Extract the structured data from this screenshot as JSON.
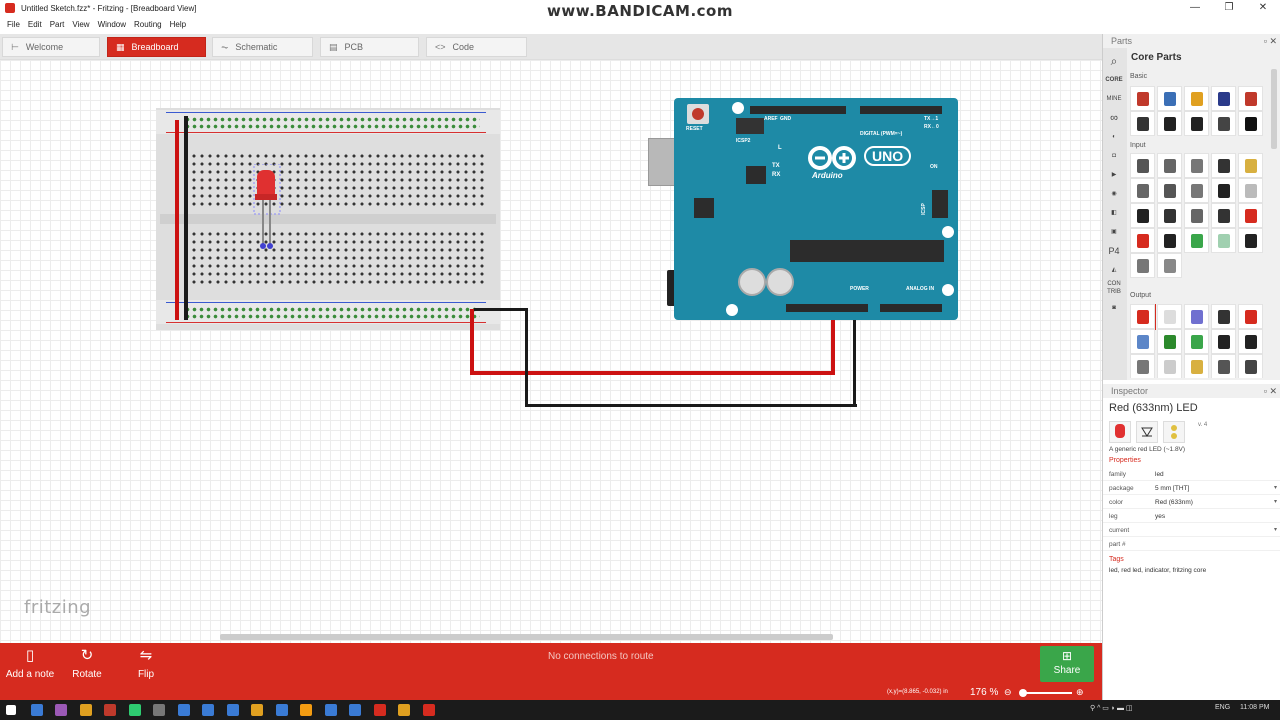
{
  "window": {
    "title": "Untitled Sketch.fzz* - Fritzing - [Breadboard View]",
    "watermark": "www.BANDICAM.com",
    "controls": [
      "—",
      "❐",
      "✕"
    ]
  },
  "menu": [
    "File",
    "Edit",
    "Part",
    "View",
    "Window",
    "Routing",
    "Help"
  ],
  "tabs": [
    {
      "label": "Welcome",
      "icon": "welcome-icon",
      "glyph": "⊢",
      "active": false
    },
    {
      "label": "Breadboard",
      "icon": "breadboard-icon",
      "glyph": "▦",
      "active": true
    },
    {
      "label": "Schematic",
      "icon": "schematic-icon",
      "glyph": "⏦",
      "active": false
    },
    {
      "label": "PCB",
      "icon": "pcb-icon",
      "glyph": "▤",
      "active": false
    },
    {
      "label": "Code",
      "icon": "code-icon",
      "glyph": "<>",
      "active": false
    }
  ],
  "canvas": {
    "logo": "fritzing",
    "colors": {
      "wire_red": "#cc1111",
      "wire_black": "#1a1a1a",
      "arduino": "#1e8aa6",
      "led": "#e03030"
    }
  },
  "arduino": {
    "logo": "UNO",
    "brand": "Arduino",
    "labels": {
      "reset": "RESET",
      "icsp2": "ICSP2",
      "icsp": "ICSP",
      "l": "L",
      "tx": "TX",
      "rx": "RX",
      "on": "ON",
      "digital": "DIGITAL (PWM=~)",
      "power": "POWER",
      "analog": "ANALOG IN",
      "tx_pin": "TX→1",
      "rx_pin": "RX←0",
      "aref": "AREF",
      "gnd": "GND"
    }
  },
  "bottom_toolbar": {
    "add_note": "Add a note",
    "rotate": "Rotate",
    "flip": "Flip",
    "route_status": "No connections to route",
    "share": "Share"
  },
  "status": {
    "coords": "(x,y)=(8.865, -0.032) in",
    "zoom": "176 %"
  },
  "parts": {
    "panel_title": "Parts",
    "bin_title": "Core Parts",
    "side_bins": [
      "CORE",
      "MINE",
      "∞",
      "",
      "",
      "",
      "",
      "",
      "",
      "",
      "P4",
      "",
      "CON TRIB",
      ""
    ],
    "categories": [
      "Basic",
      "Input",
      "Output"
    ],
    "basic_colors": [
      "#c0392b",
      "#3b6fb6",
      "#e0a020",
      "#2a3a8a",
      "#c0392b",
      "#333333",
      "#222222",
      "#222222",
      "#444444",
      "#111111"
    ],
    "input_colors": [
      "#555555",
      "#666666",
      "#777777",
      "#333333",
      "#d8b040",
      "#666666",
      "#555555",
      "#777777",
      "#222222",
      "#bbbbbb",
      "#222222",
      "#333333",
      "#666666",
      "#333333",
      "#d62b1f",
      "#d62b1f",
      "#222222",
      "#3aa64a",
      "#a0d0b0",
      "#222222",
      "#777777",
      "#888888"
    ],
    "output_colors": [
      "#d62b1f",
      "#dddddd",
      "#7070d0",
      "#333333",
      "#d62b1f",
      "#5c86c8",
      "#2c8a2c",
      "#3aa64a",
      "#222222",
      "#222222",
      "#777777",
      "#cccccc",
      "#d8b040",
      "#555555",
      "#444444"
    ]
  },
  "inspector": {
    "title": "Inspector",
    "part_name": "Red (633nm) LED",
    "version": "v. 4",
    "description": "A generic red LED (~1.8V)",
    "properties_label": "Properties",
    "properties": [
      {
        "key": "family",
        "value": "led",
        "dropdown": false
      },
      {
        "key": "package",
        "value": "5 mm [THT]",
        "dropdown": true
      },
      {
        "key": "color",
        "value": "Red (633nm)",
        "dropdown": true
      },
      {
        "key": "leg",
        "value": "yes",
        "dropdown": false
      },
      {
        "key": "current",
        "value": "",
        "dropdown": true
      },
      {
        "key": "part #",
        "value": "",
        "dropdown": false
      }
    ],
    "tags_label": "Tags",
    "tags": "led, red led, indicator, fritzing core"
  },
  "taskbar": {
    "lang": "ENG",
    "time": "11:08 PM",
    "icon_colors": [
      "#ffffff",
      "#3a7bd5",
      "#9b59b6",
      "#e0a020",
      "#c0392b",
      "#2ecc71",
      "#777777",
      "#3a7bd5",
      "#3a7bd5",
      "#3a7bd5",
      "#e0a020",
      "#3a7bd5",
      "#f39c12",
      "#3a7bd5",
      "#3a7bd5",
      "#d62b1f",
      "#e0a020",
      "#d62b1f"
    ]
  }
}
